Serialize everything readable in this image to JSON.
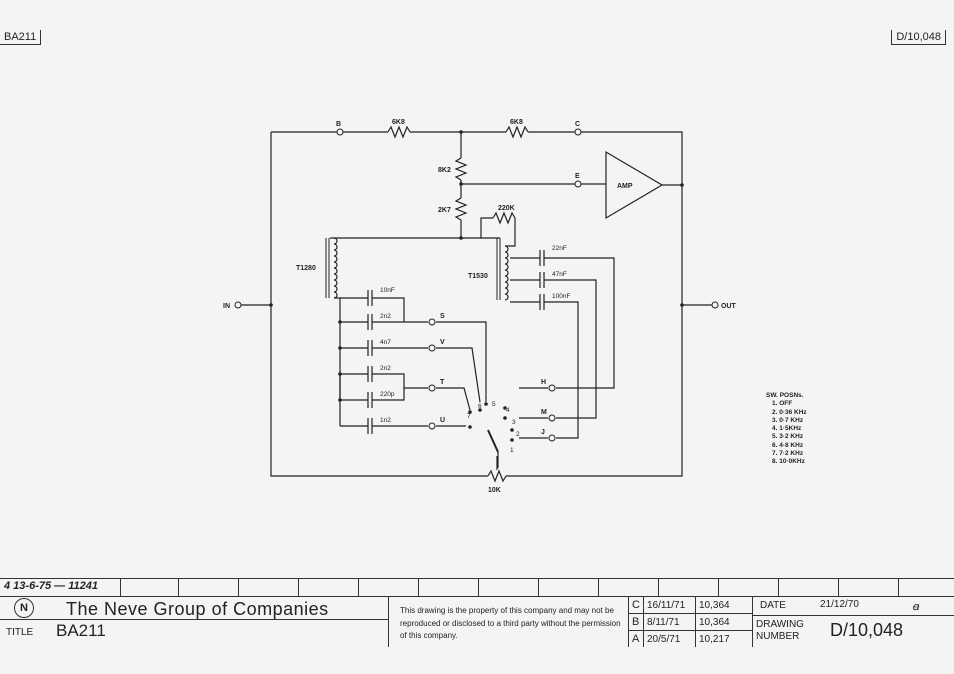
{
  "corner_left": "BA211",
  "corner_right": "D/10,048",
  "schematic": {
    "nodes": {
      "b": "B",
      "c": "C",
      "e": "E",
      "in": "IN",
      "out": "OUT",
      "amp": "AMP"
    },
    "resistors": {
      "r1": "6K8",
      "r2": "6K8",
      "r3": "8K2",
      "r4": "2K7",
      "r5": "220K",
      "pot": "10K"
    },
    "transformers": {
      "t1": "T1280",
      "t2": "T1530"
    },
    "caps_left": {
      "c10n": "10nF",
      "c2n2a": "2n2",
      "c4n7": "4n7",
      "c2n2b": "2n2",
      "c220p": "220p",
      "c1n2": "1n2"
    },
    "caps_right": {
      "c22n": "22nF",
      "c47n": "47nF",
      "c100n": "100nF"
    },
    "switch_left": {
      "s": "S",
      "v": "V",
      "t": "T",
      "u": "U"
    },
    "switch_right": {
      "h": "H",
      "m": "M",
      "j": "J"
    },
    "switch_positions": {
      "p1": "1",
      "p2": "2",
      "p3": "3",
      "p4": "4",
      "p5": "5",
      "p6": "6",
      "p7": "7"
    }
  },
  "legend": {
    "heading": "SW. POSNs.",
    "items": [
      "1. OFF",
      "2. 0·36 KHz",
      "3. 0·7 KHz",
      "4. 1·5KHz",
      "5. 3·2 KHz",
      "6. 4·8 KHz",
      "7. 7·2 KHz",
      "8. 10·0KHz"
    ]
  },
  "title_block": {
    "revision_note": "4 13-6-75 — 11241",
    "company": "The Neve Group of Companies",
    "title_label": "TITLE",
    "title_value": "BA211",
    "notice": "This drawing is the property of this company and may not be reproduced or disclosed to a third party without the permission of this company.",
    "revisions": [
      {
        "letter": "C",
        "date": "16/11/71",
        "number": "10,364"
      },
      {
        "letter": "B",
        "date": "8/11/71",
        "number": "10,364"
      },
      {
        "letter": "A",
        "date": "20/5/71",
        "number": "10,217"
      }
    ],
    "date_label": "DATE",
    "date_value": "21/12/70",
    "drawing_label_1": "DRAWING",
    "drawing_label_2": "NUMBER",
    "drawing_number": "D/10,048"
  }
}
